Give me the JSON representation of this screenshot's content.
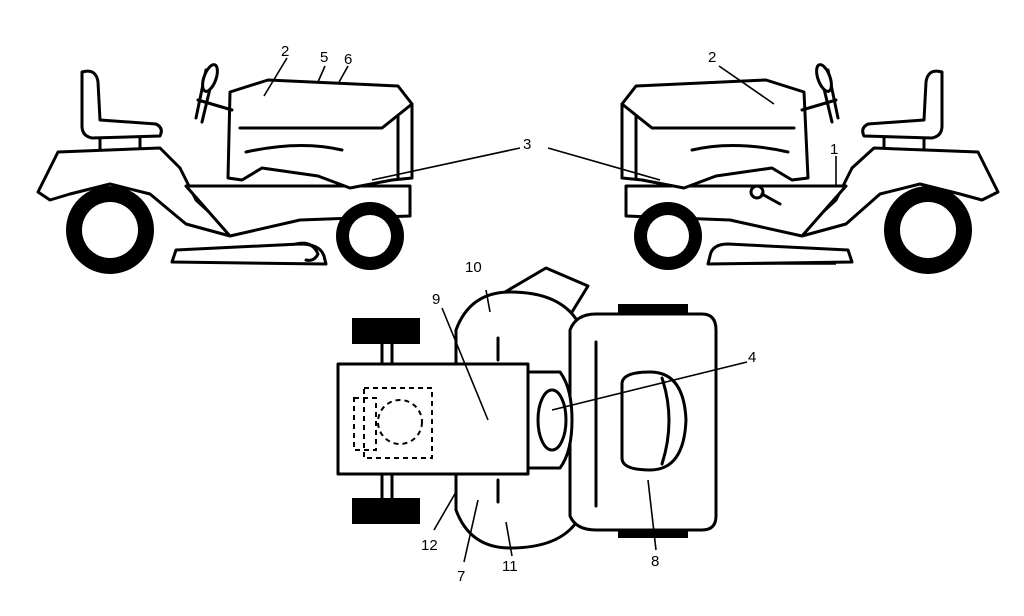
{
  "callouts": {
    "c1": "1",
    "c2_left": "2",
    "c2_right": "2",
    "c3": "3",
    "c4": "4",
    "c5": "5",
    "c6": "6",
    "c7": "7",
    "c8": "8",
    "c9": "9",
    "c10": "10",
    "c11": "11",
    "c12": "12"
  }
}
